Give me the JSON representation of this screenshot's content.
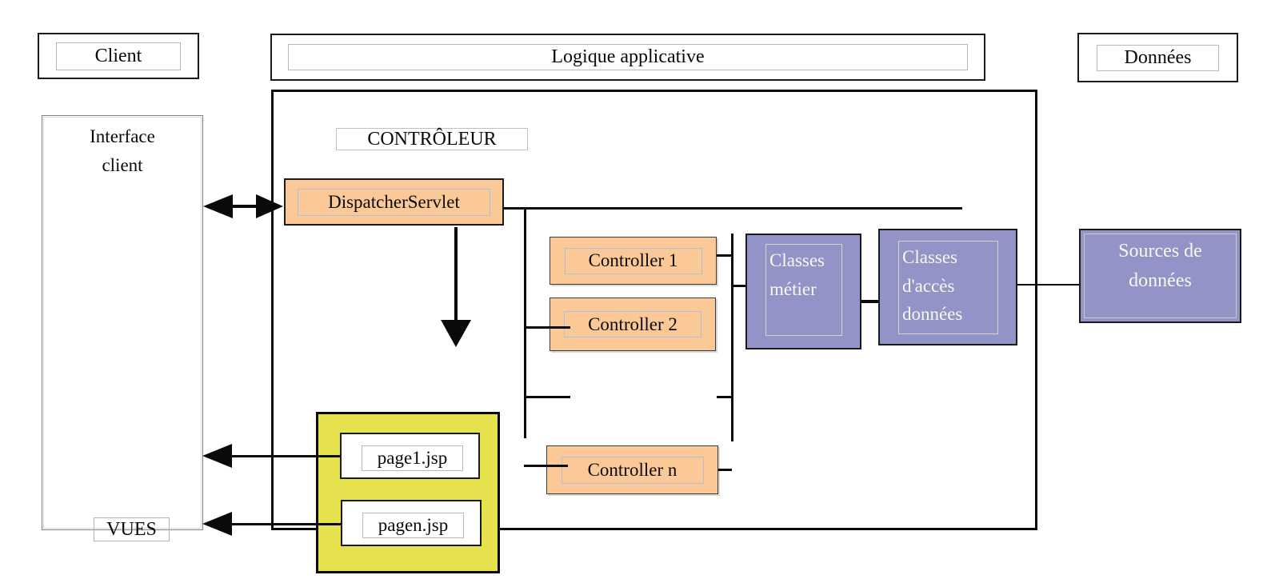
{
  "title_row": {
    "client": "Client",
    "logique": "Logique applicative",
    "donnees": "Données"
  },
  "client_panel": {
    "title": "Interface\nclient",
    "vues_label": "VUES"
  },
  "controller_zone": {
    "label": "CONTRÔLEUR",
    "dispatcher": "DispatcherServlet",
    "controller1": "Controller 1",
    "controller2": "Controller 2",
    "controllern": "Controller n"
  },
  "business_zone": {
    "classes_metier": "Classes\nmétier",
    "classes_acces": "Classes\nd'accès\ndonnées",
    "sources": "Sources de\ndonnées"
  },
  "views_zone": {
    "page1": "page1.jsp",
    "pagen": "pagen.jsp"
  },
  "colors": {
    "orange": "#FBC998",
    "purple": "#9294C8",
    "yellow": "#E5E24E",
    "line": "#0A0A0A",
    "inner_border_gray": "#B9B9B9",
    "inner_border_blue": "#B0C0D4",
    "inner_border_cream": "#D8D4C0",
    "white_text": "#F8F7F0"
  }
}
